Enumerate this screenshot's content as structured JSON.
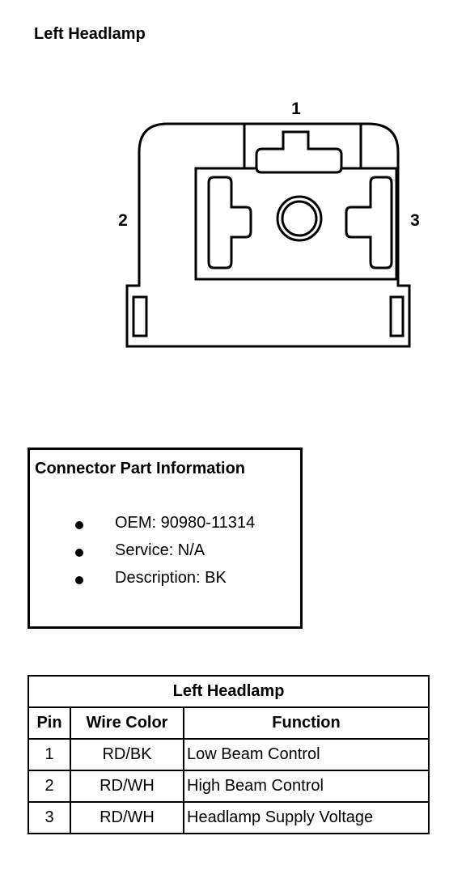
{
  "page": {
    "title": "Left Headlamp"
  },
  "diagram": {
    "pin_labels": [
      "1",
      "2",
      "3"
    ]
  },
  "connector_info": {
    "title": "Connector Part Information",
    "items": [
      "OEM: 90980-11314",
      "Service: N/A",
      "Description: BK"
    ]
  },
  "pin_table": {
    "caption": "Left Headlamp",
    "headers": [
      "Pin",
      "Wire Color",
      "Function"
    ],
    "rows": [
      [
        "1",
        "RD/BK",
        "Low Beam Control"
      ],
      [
        "2",
        "RD/WH",
        "High Beam Control"
      ],
      [
        "3",
        "RD/WH",
        "Headlamp Supply Voltage"
      ]
    ]
  }
}
